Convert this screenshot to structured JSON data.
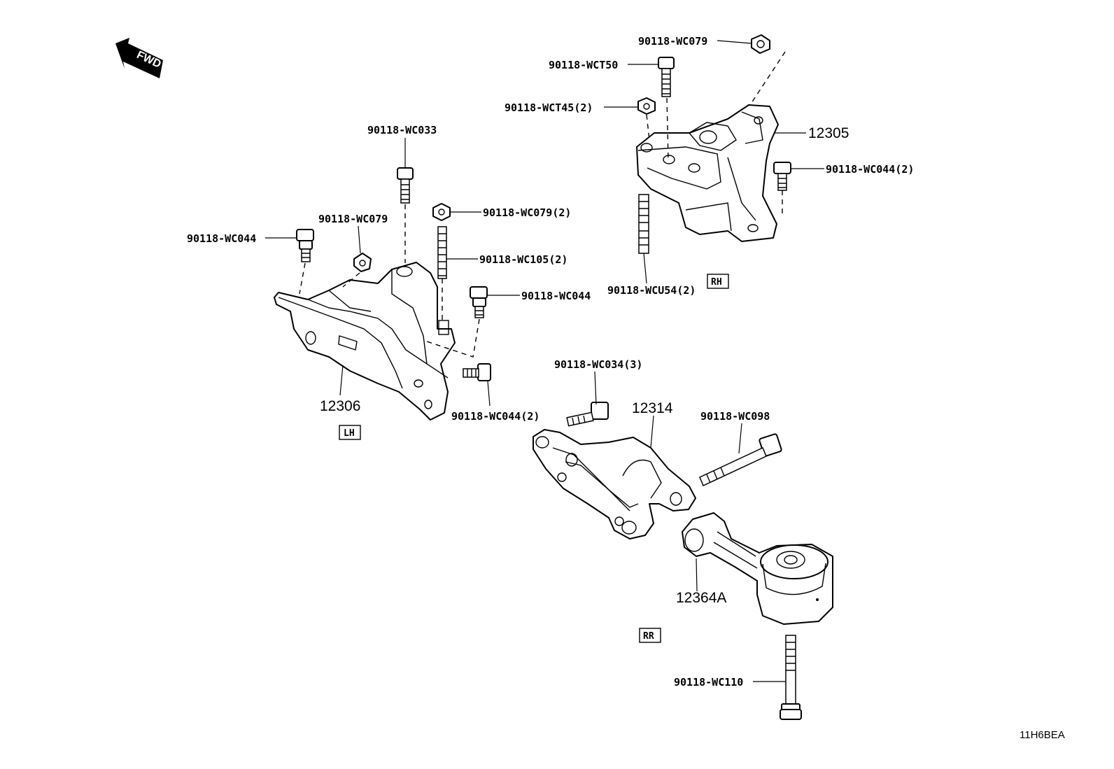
{
  "fwd_arrow": {
    "label": "FWD"
  },
  "part_numbers": {
    "p12305": "12305",
    "p12306": "12306",
    "p12314": "12314",
    "p12364A": "12364A"
  },
  "callouts": {
    "wc079_top": "90118-WC079",
    "wct50": "90118-WCT50",
    "wct45": "90118-WCT45(2)",
    "wc044_rh": "90118-WC044(2)",
    "wcu54": "90118-WCU54(2)",
    "wc033": "90118-WC033",
    "wc079_lh": "90118-WC079",
    "wc079_2": "90118-WC079(2)",
    "wc044_lh": "90118-WC044",
    "wc105": "90118-WC105(2)",
    "wc044_mid": "90118-WC044",
    "wc044_2": "90118-WC044(2)",
    "wc034": "90118-WC034(3)",
    "wc098": "90118-WC098",
    "wc110": "90118-WC110"
  },
  "location_tags": {
    "rh": "RH",
    "lh": "LH",
    "rr": "RR"
  },
  "diagram_code": "11H6BEA"
}
